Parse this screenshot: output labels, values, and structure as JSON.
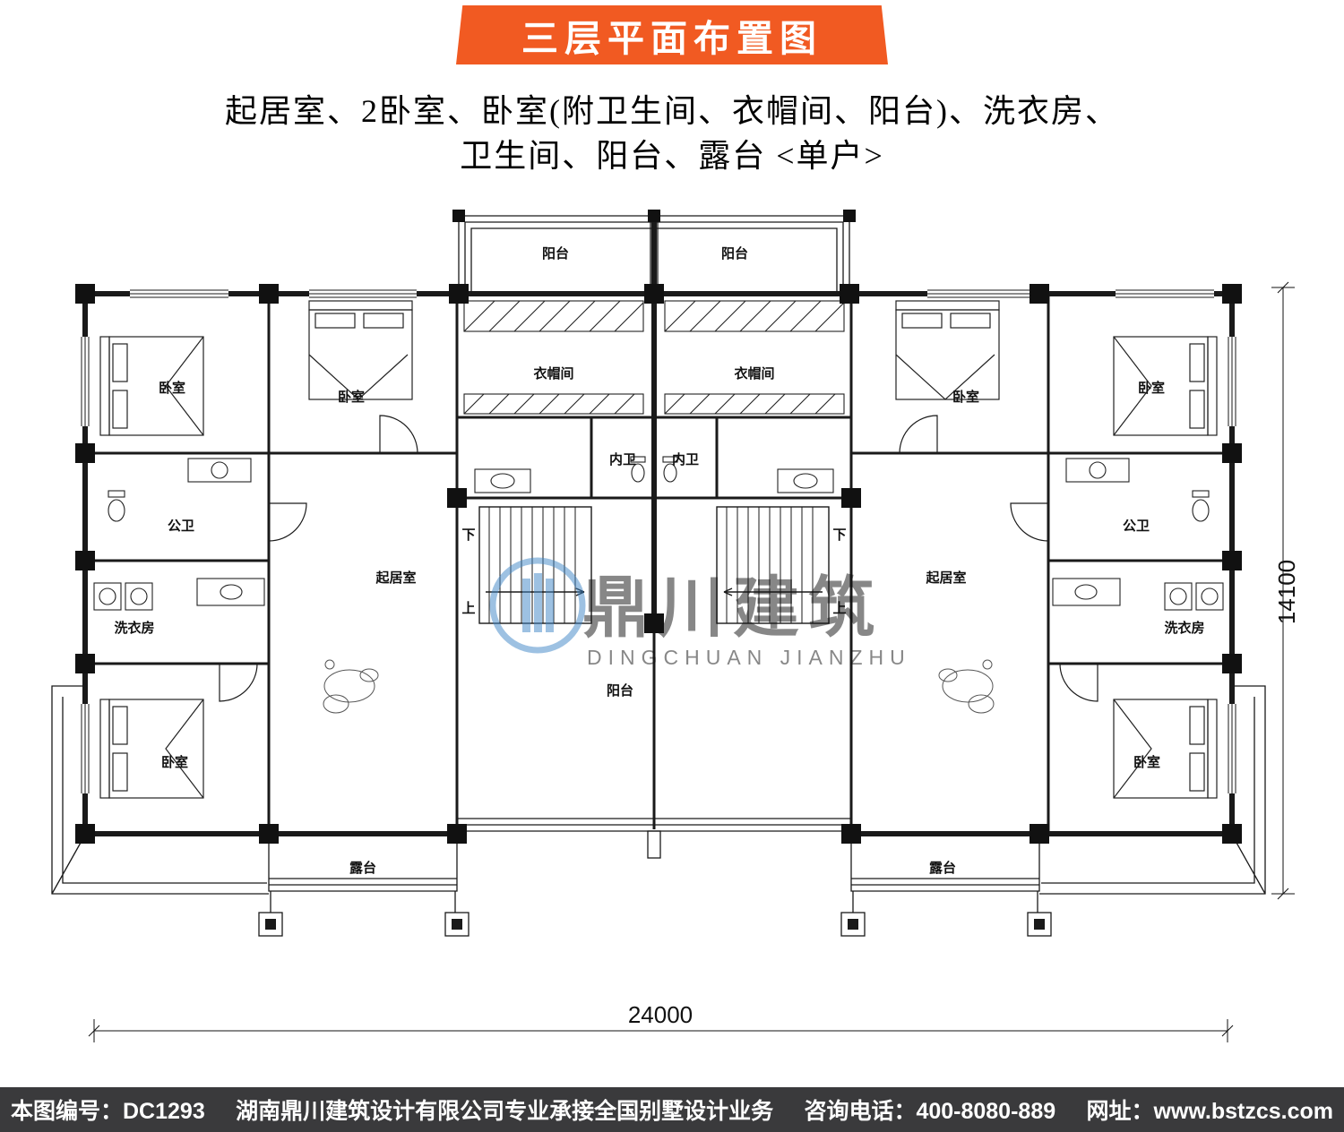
{
  "banner": {
    "title": "三层平面布置图"
  },
  "subtitle": {
    "line1": "起居室、2卧室、卧室(附卫生间、衣帽间、阳台)、洗衣房、",
    "line2": "卫生间、阳台、露台 <单户>"
  },
  "plan": {
    "rooms": {
      "balcony": "阳台",
      "bedroom": "卧室",
      "cloakroom": "衣帽间",
      "inner_bathroom": "内卫",
      "public_bathroom": "公卫",
      "living_room": "起居室",
      "laundry_room": "洗衣房",
      "terrace": "露台"
    },
    "stairs": {
      "down": "下",
      "up": "上"
    },
    "dimensions": {
      "width": "24000",
      "height": "14100"
    }
  },
  "watermark": {
    "name": "鼎川建筑",
    "subtitle": "DINGCHUAN JIANZHU"
  },
  "footer": {
    "drawing_no": "本图编号：DC1293",
    "company": "湖南鼎川建筑设计有限公司专业承接全国别墅设计业务",
    "phone": "咨询电话：400-8080-889",
    "website": "网址：www.bstzcs.com"
  },
  "colors": {
    "banner_bg": "#f15a22",
    "footer_bg": "#3a3a3c",
    "watermark_blue": "#3d85c6"
  }
}
